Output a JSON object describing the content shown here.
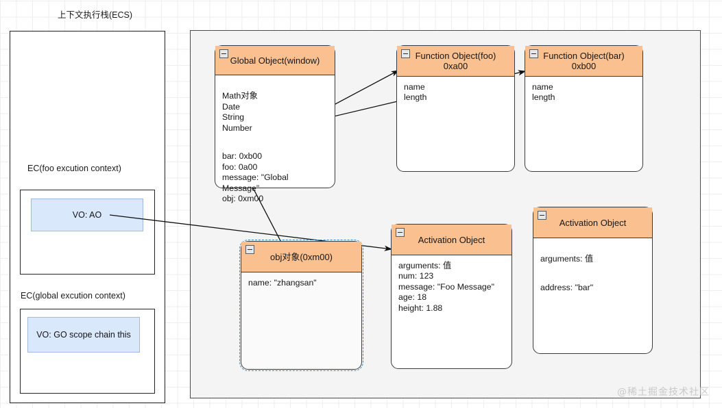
{
  "diagram": {
    "title": "上下文执行栈(ECS)",
    "watermark": "@稀土掘金技术社区"
  },
  "ecs_stack": {
    "frames": [
      {
        "label": "EC(foo excution context)",
        "vo_lines": "VO: AO"
      },
      {
        "label": "EC(global excution context)",
        "vo_lines": "VO: GO\nscope chain\nthis"
      }
    ]
  },
  "cards": {
    "global_object": {
      "title": "Global Object(window)",
      "body_top": "Math对象\nDate\nString\nNumber",
      "body_bottom": "bar: 0xb00\nfoo: 0a00\nmessage: \"Global Message\"\nobj: 0xm00",
      "collapse_icon": "collapse-minus-icon"
    },
    "function_foo": {
      "title": "Function Object(foo)\n0xa00",
      "body": "name\nlength",
      "collapse_icon": "collapse-minus-icon"
    },
    "function_bar": {
      "title": "Function Object(bar)\n0xb00",
      "body": "name\nlength",
      "collapse_icon": "collapse-minus-icon"
    },
    "obj_object": {
      "title": "obj对象(0xm00)",
      "body": "name: \"zhangsan\"",
      "collapse_icon": "collapse-minus-icon",
      "selected": "true"
    },
    "activation_foo": {
      "title": "Activation Object",
      "body": "arguments: 值\nnum: 123\nmessage: \"Foo Message\"\nage: 18\nheight: 1.88",
      "collapse_icon": "collapse-minus-icon"
    },
    "activation_bar": {
      "title": "Activation Object",
      "body_line1": "arguments: 值",
      "body_line2": "address: \"bar\"",
      "collapse_icon": "collapse-minus-icon"
    }
  },
  "colors": {
    "header_fill": "#fac08f",
    "card_border": "#3a3a3a",
    "vo_fill": "#dae8fc",
    "vo_border": "#9dbbdd",
    "panel_fill": "#f4f4f4",
    "selection": "#3b8cc4"
  },
  "edges": [
    {
      "name": "edge-foo-to-function-foo",
      "from": "global.foo",
      "to": "function_foo"
    },
    {
      "name": "edge-bar-to-function-bar",
      "from": "global.bar",
      "to": "function_bar"
    },
    {
      "name": "edge-obj-to-obj-object",
      "from": "global.obj",
      "to": "obj_object"
    },
    {
      "name": "edge-vo-ao-to-activation",
      "from": "ec_foo.vo_ao",
      "to": "activation_foo"
    }
  ]
}
